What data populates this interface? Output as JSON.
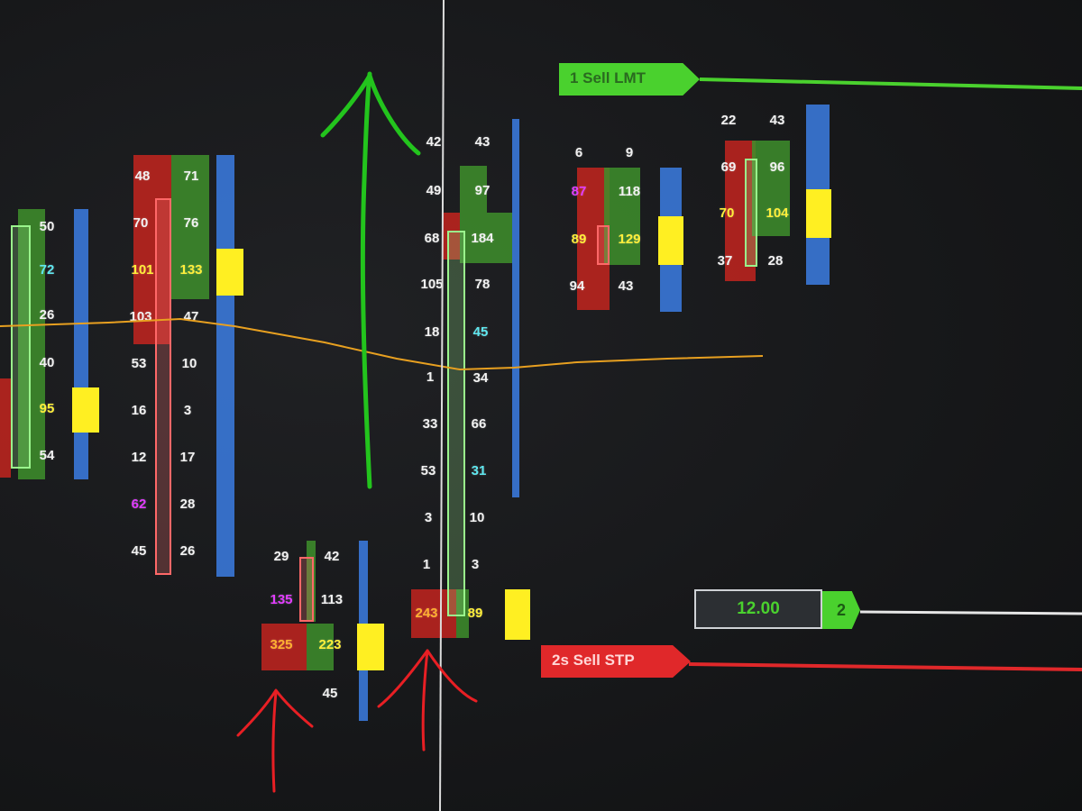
{
  "orders": {
    "sell_lmt": {
      "label": "1  Sell LMT",
      "color": "#4ad12e"
    },
    "sell_stp": {
      "label": "2s  Sell STP",
      "color": "#e0282a"
    },
    "qty": {
      "value": "12.00",
      "count": "2"
    }
  },
  "columns": {
    "col1": {
      "rows": [
        {
          "bid": "",
          "ask": "50"
        },
        {
          "bid": "",
          "ask": "72"
        },
        {
          "bid": "",
          "ask": "26"
        },
        {
          "bid": "",
          "ask": "40"
        },
        {
          "bid": "",
          "ask": "95"
        },
        {
          "bid": "",
          "ask": "54"
        }
      ]
    },
    "col2": {
      "rows": [
        {
          "bid": "48",
          "ask": "71"
        },
        {
          "bid": "70",
          "ask": "76"
        },
        {
          "bid": "101",
          "ask": "133"
        },
        {
          "bid": "103",
          "ask": "47"
        },
        {
          "bid": "53",
          "ask": "10"
        },
        {
          "bid": "16",
          "ask": "3"
        },
        {
          "bid": "12",
          "ask": "17"
        },
        {
          "bid": "62",
          "ask": "28"
        },
        {
          "bid": "45",
          "ask": "26"
        }
      ]
    },
    "col3": {
      "rows": [
        {
          "bid": "29",
          "ask": "42"
        },
        {
          "bid": "135",
          "ask": "113"
        },
        {
          "bid": "325",
          "ask": "223"
        },
        {
          "bid": "",
          "ask": "45"
        }
      ]
    },
    "col4": {
      "rows": [
        {
          "bid": "42",
          "ask": "43"
        },
        {
          "bid": "49",
          "ask": "97"
        },
        {
          "bid": "68",
          "ask": "184"
        },
        {
          "bid": "105",
          "ask": "78"
        },
        {
          "bid": "18",
          "ask": "45"
        },
        {
          "bid": "1",
          "ask": "34"
        },
        {
          "bid": "33",
          "ask": "66"
        },
        {
          "bid": "53",
          "ask": "31"
        },
        {
          "bid": "3",
          "ask": "10"
        },
        {
          "bid": "1",
          "ask": "3"
        },
        {
          "bid": "243",
          "ask": "89"
        }
      ]
    },
    "col5": {
      "rows": [
        {
          "bid": "6",
          "ask": "9"
        },
        {
          "bid": "87",
          "ask": "118"
        },
        {
          "bid": "89",
          "ask": "129"
        },
        {
          "bid": "94",
          "ask": "43"
        }
      ]
    },
    "col6": {
      "rows": [
        {
          "bid": "22",
          "ask": "43"
        },
        {
          "bid": "69",
          "ask": "96"
        },
        {
          "bid": "70",
          "ask": "104"
        },
        {
          "bid": "37",
          "ask": "28"
        }
      ]
    }
  },
  "colors": {
    "bid_bg": "#c3251f",
    "ask_bg": "#3e8f2c",
    "volume_profile": "#3a78d8",
    "poc": "#ffef22",
    "vwap_line": "#e8a020",
    "annotation_green": "#23c41d",
    "annotation_red": "#e81f24"
  },
  "icons": [
    "green-up-arrow-annotation-icon",
    "red-up-arrow-annotation-icon"
  ]
}
